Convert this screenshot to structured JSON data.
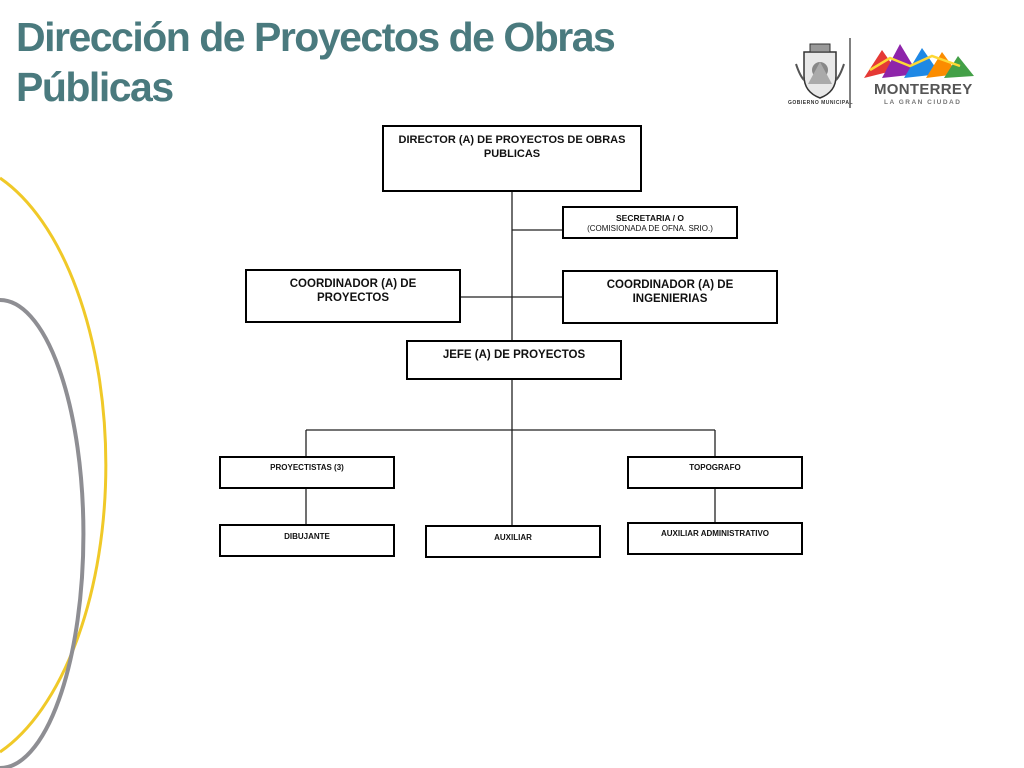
{
  "slide": {
    "title_lines": [
      "Dirección de Proyectos de Obras",
      "Públicas"
    ],
    "accent_colors": {
      "title": "#4a7a7e",
      "arc_yellow": "#f0c928",
      "arc_gray": "#8e8e93"
    }
  },
  "logo": {
    "shield_caption": "GOBIERNO MUNICIPAL",
    "city_name": "MONTERREY",
    "city_tagline": "LA GRAN CIUDAD",
    "shield_icon": "city-coat-of-arms-icon",
    "mountain_icon": "colorful-mountains-logo-icon"
  },
  "org": {
    "director": "DIRECTOR (A) DE PROYECTOS DE OBRAS PUBLICAS",
    "secretaria": "SECRETARIA / O",
    "secretaria_note": "(COMISIONADA DE OFNA. SRIO.)",
    "coord_proyectos": "COORDINADOR (A) DE PROYECTOS",
    "coord_ingenierias": "COORDINADOR (A) DE INGENIERIAS",
    "jefe": "JEFE (A) DE PROYECTOS",
    "proyectistas": "PROYECTISTAS (3)",
    "topografo": "TOPOGRAFO",
    "dibujante": "DIBUJANTE",
    "auxiliar": "AUXILIAR",
    "aux_admin": "AUXILIAR ADMINISTRATIVO"
  }
}
